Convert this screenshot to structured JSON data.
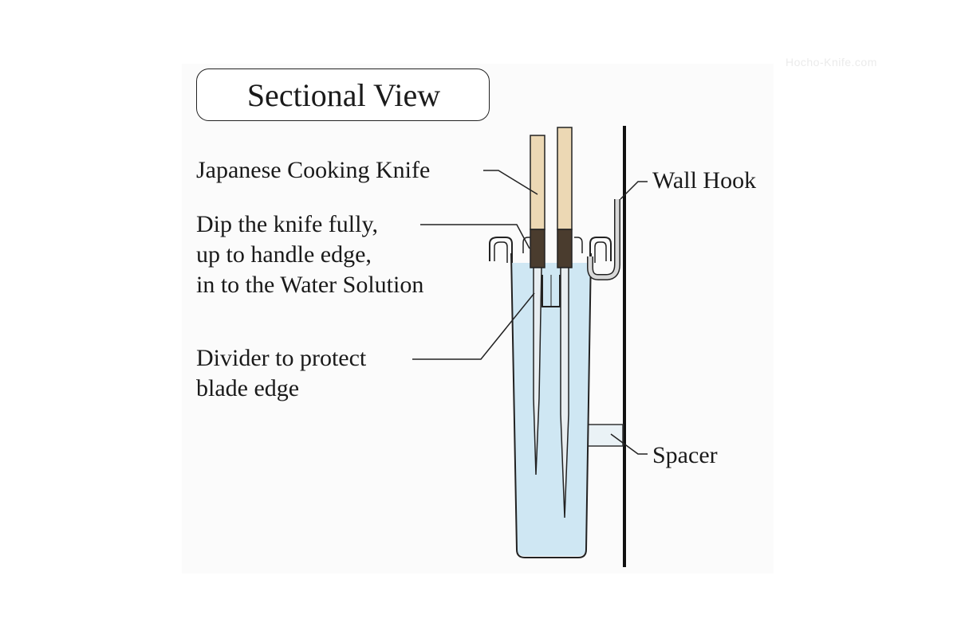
{
  "watermark": "Hocho-Knife.com",
  "title": "Sectional View",
  "labels": {
    "knife": "Japanese Cooking Knife",
    "dip_line1": "Dip the knife fully,",
    "dip_line2": "up to handle edge,",
    "dip_line3": "in to the Water Solution",
    "divider_line1": "Divider to protect",
    "divider_line2": "blade edge",
    "wall_hook": "Wall Hook",
    "spacer": "Spacer"
  },
  "colors": {
    "water": "#cfe7f3",
    "handle": "#ecd8b4",
    "ferrule": "#4a3c2e",
    "outline": "#1a1a1a",
    "hook": "#d8d8d8"
  }
}
